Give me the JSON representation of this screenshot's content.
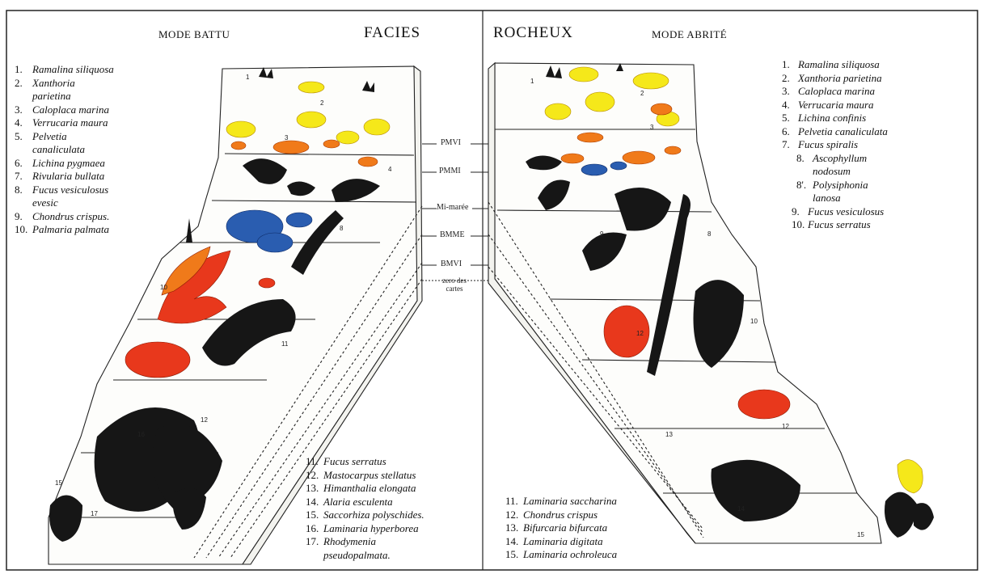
{
  "headers": {
    "left_mode": "MODE BATTU",
    "facies": "FACIES",
    "rocheux": "ROCHEUX",
    "right_mode": "MODE ABRITÉ"
  },
  "levels": {
    "pmvi": "PMVI",
    "pmmi": "PMMI",
    "mimaree": "Mi-marée",
    "bmme": "BMME",
    "bmvi": "BMVI",
    "zero": "zero des cartes"
  },
  "legend_left_top": [
    {
      "num": "1.",
      "lines": [
        "Ramalina siliquosa"
      ]
    },
    {
      "num": "2.",
      "lines": [
        "Xanthoria",
        "parietina"
      ]
    },
    {
      "num": "3.",
      "lines": [
        "Caloplaca marina"
      ]
    },
    {
      "num": "4.",
      "lines": [
        "Verrucaria maura"
      ]
    },
    {
      "num": "5.",
      "lines": [
        "Pelvetia",
        "canaliculata"
      ]
    },
    {
      "num": "6.",
      "lines": [
        "Lichina pygmaea"
      ]
    },
    {
      "num": "7.",
      "lines": [
        "Rivularia bullata"
      ]
    },
    {
      "num": "8.",
      "lines": [
        "Fucus vesiculosus",
        "evesic"
      ]
    },
    {
      "num": "9.",
      "lines": [
        "Chondrus crispus."
      ]
    },
    {
      "num": "10.",
      "lines": [
        "Palmaria palmata"
      ]
    }
  ],
  "legend_left_bottom": [
    {
      "num": "11.",
      "lines": [
        "Fucus serratus"
      ]
    },
    {
      "num": "12.",
      "lines": [
        "Mastocarpus stellatus"
      ]
    },
    {
      "num": "13.",
      "lines": [
        "Himanthalia elongata"
      ]
    },
    {
      "num": "14.",
      "lines": [
        "Alaria esculenta"
      ]
    },
    {
      "num": "15.",
      "lines": [
        "Saccorhiza polyschides."
      ]
    },
    {
      "num": "16.",
      "lines": [
        "Laminaria hyperborea"
      ]
    },
    {
      "num": "17.",
      "lines": [
        "Rhodymenia",
        "pseudopalmata."
      ]
    }
  ],
  "legend_right_top": [
    {
      "num": "1.",
      "lines": [
        "Ramalina siliquosa"
      ]
    },
    {
      "num": "2.",
      "lines": [
        "Xanthoria parietina"
      ]
    },
    {
      "num": "3.",
      "lines": [
        "Caloplaca marina"
      ]
    },
    {
      "num": "4.",
      "lines": [
        "Verrucaria maura"
      ]
    },
    {
      "num": "5.",
      "lines": [
        "Lichina confinis"
      ]
    },
    {
      "num": "6.",
      "lines": [
        "Pelvetia canaliculata"
      ]
    },
    {
      "num": "7.",
      "lines": [
        "Fucus spiralis"
      ]
    },
    {
      "num": "8.",
      "lines": [
        "Ascophyllum",
        "nodosum"
      ]
    },
    {
      "num": "8'.",
      "lines": [
        "Polysiphonia",
        "lanosa"
      ]
    },
    {
      "num": "9.",
      "lines": [
        "Fucus vesiculosus"
      ]
    },
    {
      "num": "10.",
      "lines": [
        "Fucus serratus"
      ]
    }
  ],
  "legend_right_bottom": [
    {
      "num": "11.",
      "lines": [
        "Laminaria saccharina"
      ]
    },
    {
      "num": "12.",
      "lines": [
        "Chondrus crispus"
      ]
    },
    {
      "num": "13.",
      "lines": [
        "Bifurcaria bifurcata"
      ]
    },
    {
      "num": "14.",
      "lines": [
        "Laminaria digitata"
      ]
    },
    {
      "num": "15.",
      "lines": [
        "Laminaria ochroleuca"
      ]
    }
  ],
  "colors": {
    "ink": "#111111",
    "lichen_yellow": "#f5e81a",
    "lichen_orange": "#f07a1a",
    "red_algae": "#e8381c",
    "blue_lichen": "#2a5db0",
    "kelp_dark": "#161616"
  }
}
